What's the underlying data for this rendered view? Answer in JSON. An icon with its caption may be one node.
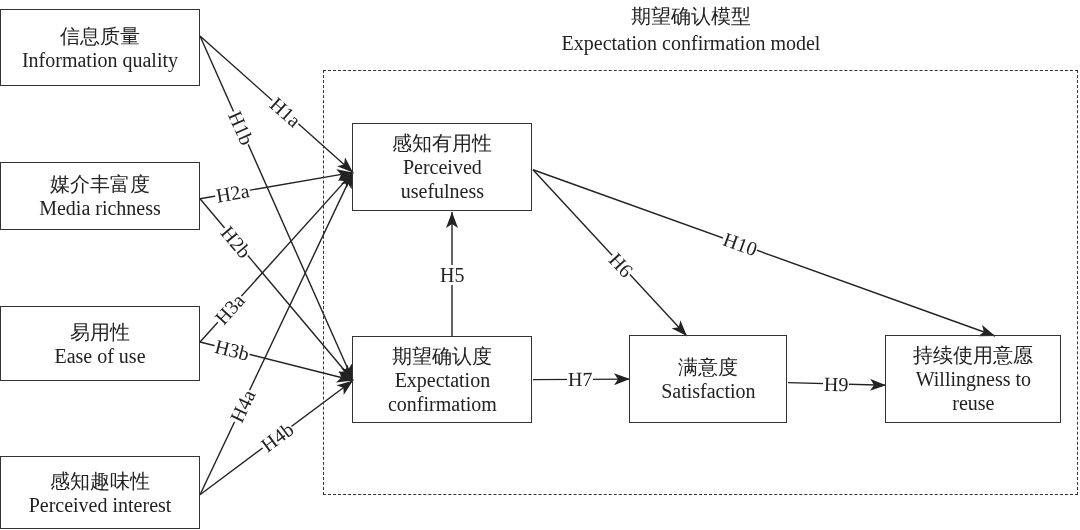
{
  "diagram": {
    "nodes": [
      {
        "text": [
          "信息质量",
          "Information quality"
        ]
      },
      {
        "text": [
          "媒介丰富度",
          "Media richness"
        ]
      },
      {
        "text": [
          "易用性",
          "Ease of use"
        ]
      },
      {
        "text": [
          "感知趣味性",
          "Perceived interest"
        ]
      },
      {
        "text": [
          "期望确认模型",
          "Expectation confirmation model"
        ]
      },
      {
        "text": [
          "感知有用性",
          "Perceived usefulness"
        ],
        "in": 4
      },
      {
        "text": [
          "期望确认度",
          "Expectation confirmatiom"
        ],
        "in": 4
      },
      {
        "text": [
          "满意度",
          "Satisfaction"
        ],
        "in": 4
      },
      {
        "text": [
          "持续使用意愿",
          "Willingness to reuse"
        ],
        "in": 4
      }
    ],
    "edges": [
      {
        "from": 0,
        "to": 5,
        "arrow": "to",
        "label": "H1a"
      },
      {
        "from": 0,
        "to": 6,
        "arrow": "to",
        "label": "H1b"
      },
      {
        "from": 1,
        "to": 5,
        "arrow": "to",
        "label": "H2a"
      },
      {
        "from": 1,
        "to": 6,
        "arrow": "to",
        "label": "H2b"
      },
      {
        "from": 2,
        "to": 5,
        "arrow": "to",
        "label": "H3a"
      },
      {
        "from": 2,
        "to": 6,
        "arrow": "to",
        "label": "H3b"
      },
      {
        "from": 3,
        "to": 5,
        "arrow": "to",
        "label": "H4a"
      },
      {
        "from": 3,
        "to": 6,
        "arrow": "to",
        "label": "H4b"
      },
      {
        "from": 6,
        "to": 5,
        "arrow": "to",
        "label": "H5"
      },
      {
        "from": 5,
        "to": 7,
        "arrow": "to",
        "label": "H6"
      },
      {
        "from": 6,
        "to": 7,
        "arrow": "to",
        "label": "H7"
      },
      {
        "from": 5,
        "to": 8,
        "arrow": "to",
        "label": "H10"
      },
      {
        "from": 7,
        "to": 8,
        "arrow": "to",
        "label": "H9"
      }
    ]
  }
}
